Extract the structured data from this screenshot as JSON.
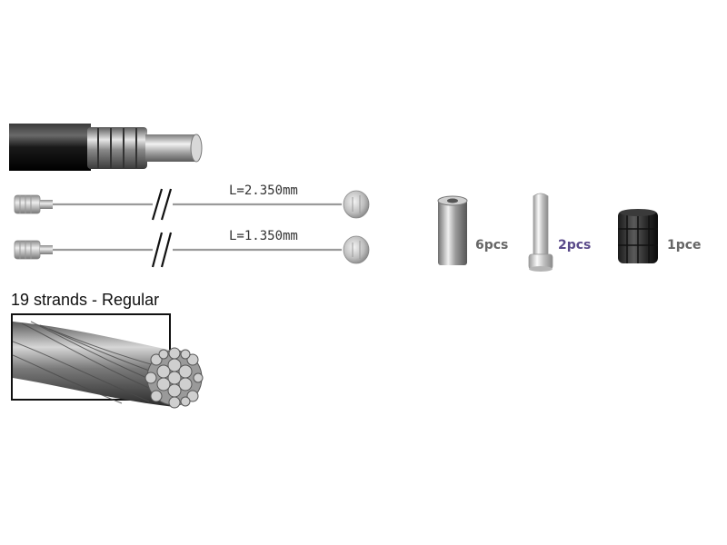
{
  "housing": {
    "icon": "cable-housing-with-ferrule-icon"
  },
  "cables": [
    {
      "length_label": "L=2.350mm",
      "icon": "inner-cable-long-icon"
    },
    {
      "length_label": "L=1.350mm",
      "icon": "inner-cable-short-icon"
    }
  ],
  "strands": {
    "title": "19 strands - Regular",
    "icon": "wire-strand-cross-section-icon"
  },
  "parts": [
    {
      "qty": "6pcs",
      "icon": "ferrule-cap-icon"
    },
    {
      "qty": "2pcs",
      "icon": "cable-end-crimp-icon"
    },
    {
      "qty": "1pce",
      "icon": "rubber-grommet-icon"
    }
  ]
}
